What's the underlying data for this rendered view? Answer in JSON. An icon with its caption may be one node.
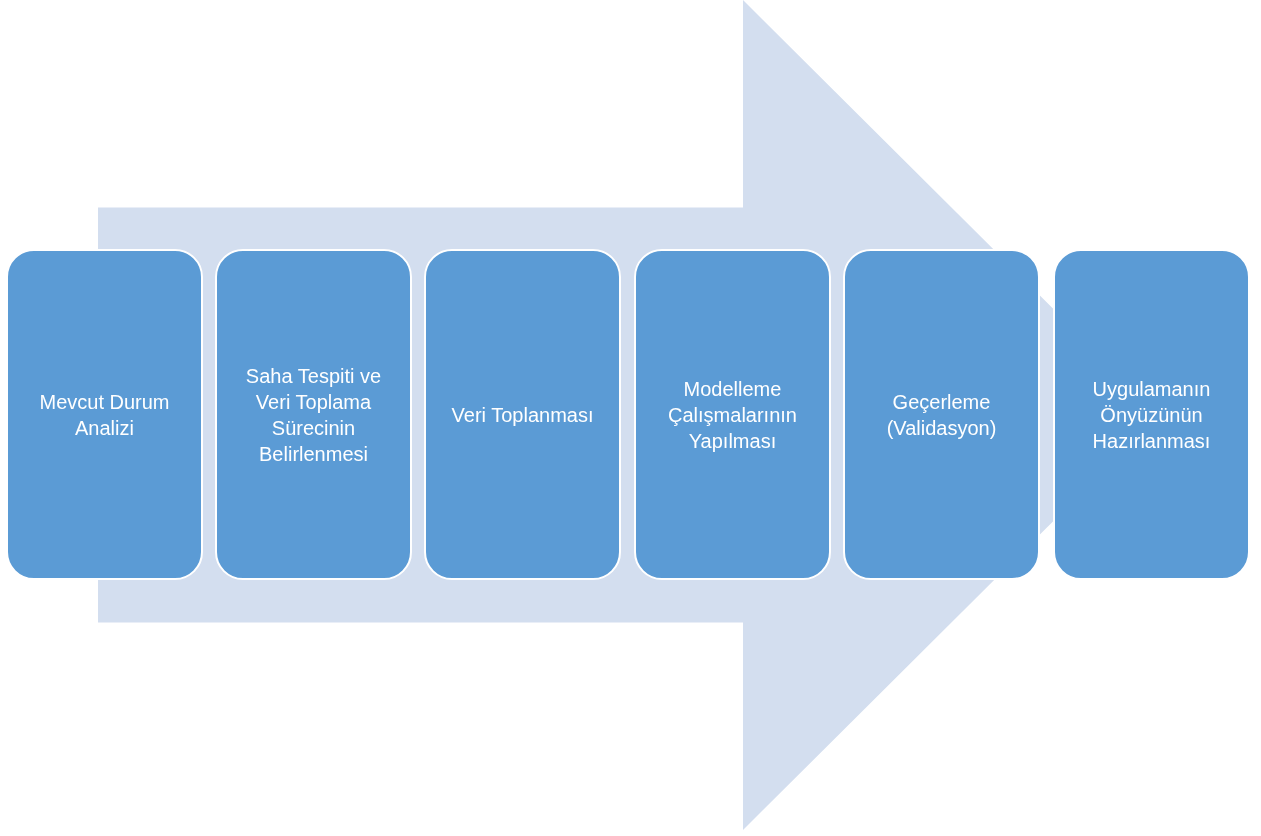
{
  "diagram": {
    "nodes": [
      {
        "text": [
          "Mevcut Durum Analizi"
        ]
      },
      {
        "text": [
          "Saha Tespiti ve Veri Toplama Sürecinin Belirlenmesi"
        ]
      },
      {
        "text": [
          "Veri Toplanması"
        ]
      },
      {
        "text": [
          "Modelleme Çalışmalarının Yapılması"
        ]
      },
      {
        "text": [
          "Geçerleme (Validasyon)"
        ]
      },
      {
        "text": [
          "Uygulamanın Önyüzünün Hazırlanması"
        ]
      }
    ],
    "edges": [
      {
        "from": 0,
        "to": 5,
        "arrow": "to"
      }
    ]
  }
}
